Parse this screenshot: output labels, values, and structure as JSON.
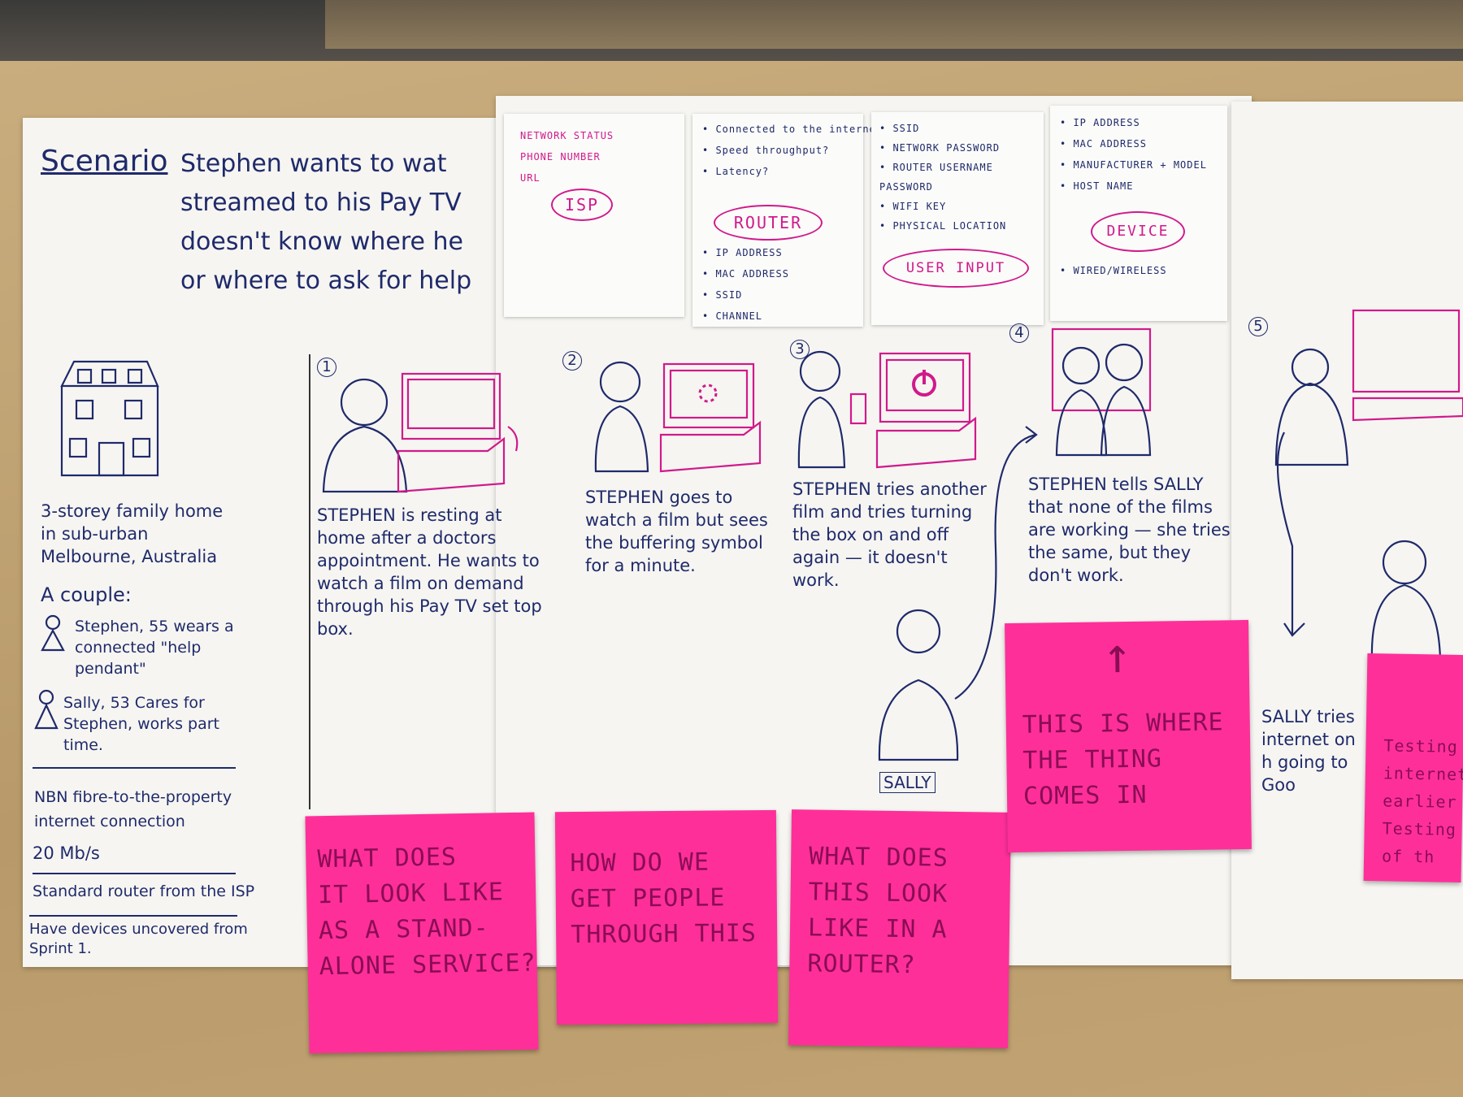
{
  "scenario": {
    "label": "Scenario",
    "lines": [
      "Stephen wants to wat",
      "streamed to his Pay TV",
      "doesn't know where he",
      "or where to ask for help"
    ]
  },
  "persona": {
    "home": "3-storey family home in sub-urban Melbourne, Australia",
    "couple_label": "A couple:",
    "stephen": "Stephen, 55 wears a connected \"help pendant\"",
    "sally": "Sally, 53 Cares for Stephen, works part time.",
    "connection": "NBN fibre-to-the-property internet connection",
    "speed": "20 Mb/s",
    "router": "Standard router from the ISP",
    "devices": "Have devices uncovered from Sprint 1."
  },
  "cards": {
    "isp": {
      "items": [
        "NETWORK STATUS",
        "PHONE NUMBER",
        "URL"
      ],
      "oval": "ISP"
    },
    "router": {
      "top": [
        "• Connected to the internet?",
        "• Speed throughput?",
        "• Latency?"
      ],
      "oval": "ROUTER",
      "bottom": [
        "• IP ADDRESS",
        "• MAC ADDRESS",
        "• SSID",
        "• CHANNEL"
      ]
    },
    "user_input": {
      "items": [
        "• SSID",
        "• NETWORK PASSWORD",
        "• ROUTER USERNAME",
        "  PASSWORD",
        "• WIFI KEY",
        "• PHYSICAL LOCATION"
      ],
      "oval": "USER INPUT"
    },
    "device": {
      "items": [
        "• IP ADDRESS",
        "• MAC ADDRESS",
        "• MANUFACTURER + MODEL",
        "• HOST NAME"
      ],
      "oval": "DEVICE",
      "bottom": [
        "• WIRED/WIRELESS"
      ]
    }
  },
  "steps": [
    {
      "num": "1",
      "caption": "STEPHEN is resting at home after a doctors appointment. He wants to watch a film on demand through his Pay TV set top box."
    },
    {
      "num": "2",
      "caption": "STEPHEN goes to watch a film but sees the buffering symbol for a minute."
    },
    {
      "num": "3",
      "caption": "STEPHEN tries another film and tries turning the box on and off again — it doesn't work."
    },
    {
      "num": "4",
      "caption": "STEPHEN tells SALLY that none of the films are working — she tries the same, but they don't work."
    },
    {
      "num": "5",
      "caption": "SALLY tries internet on h going to Goo"
    }
  ],
  "sally_label": "SALLY",
  "stickies": [
    "WHAT DOES\nIT LOOK LIKE\nAS A STAND-\nALONE SERVICE?",
    "HOW DO WE\nGET PEOPLE\nTHROUGH THIS",
    "WHAT DOES\nTHIS LOOK\nLIKE IN A\nROUTER?",
    "THIS IS WHERE\nTHE THING\nCOMES IN",
    "Testing\ninternet\nearlier\nTesting\nof th"
  ],
  "arrow_up": "↑",
  "colors": {
    "ink": "#1f2a6b",
    "magenta": "#d01a8c",
    "sticky": "#ff2f9a"
  }
}
